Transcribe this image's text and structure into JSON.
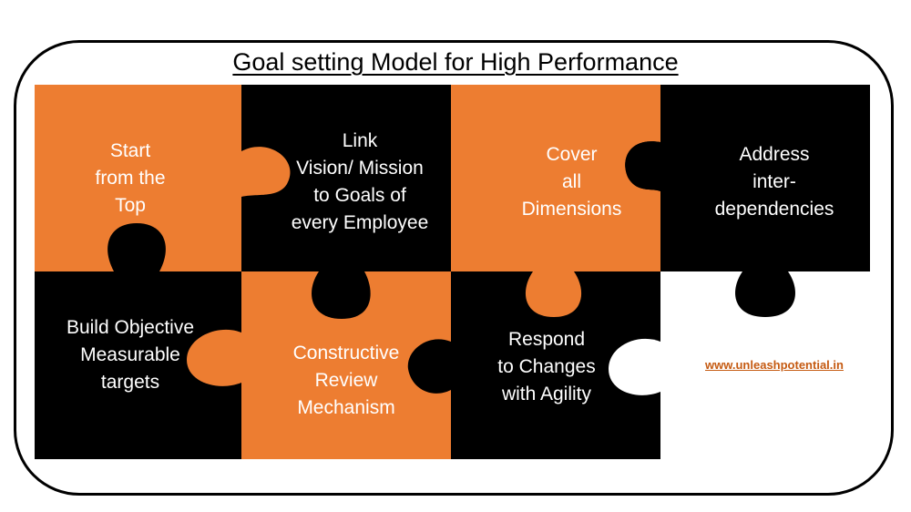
{
  "title": "Goal setting Model for High Performance",
  "colors": {
    "orange": "#ed7d31",
    "black": "#000000",
    "link": "#c55a11"
  },
  "pieces": [
    {
      "lines": [
        "Start",
        "from the",
        "Top"
      ]
    },
    {
      "lines": [
        "Link",
        "Vision/ Mission",
        "to Goals of",
        "every Employee"
      ]
    },
    {
      "lines": [
        "Cover",
        "all",
        "Dimensions"
      ]
    },
    {
      "lines": [
        "Address",
        "inter-",
        "dependencies"
      ]
    },
    {
      "lines": [
        "Build Objective",
        "Measurable",
        "targets"
      ]
    },
    {
      "lines": [
        "Constructive",
        "Review",
        "Mechanism"
      ]
    },
    {
      "lines": [
        "Respond",
        "to Changes",
        "with Agility"
      ]
    }
  ],
  "website": "www.unleashpotential.in"
}
